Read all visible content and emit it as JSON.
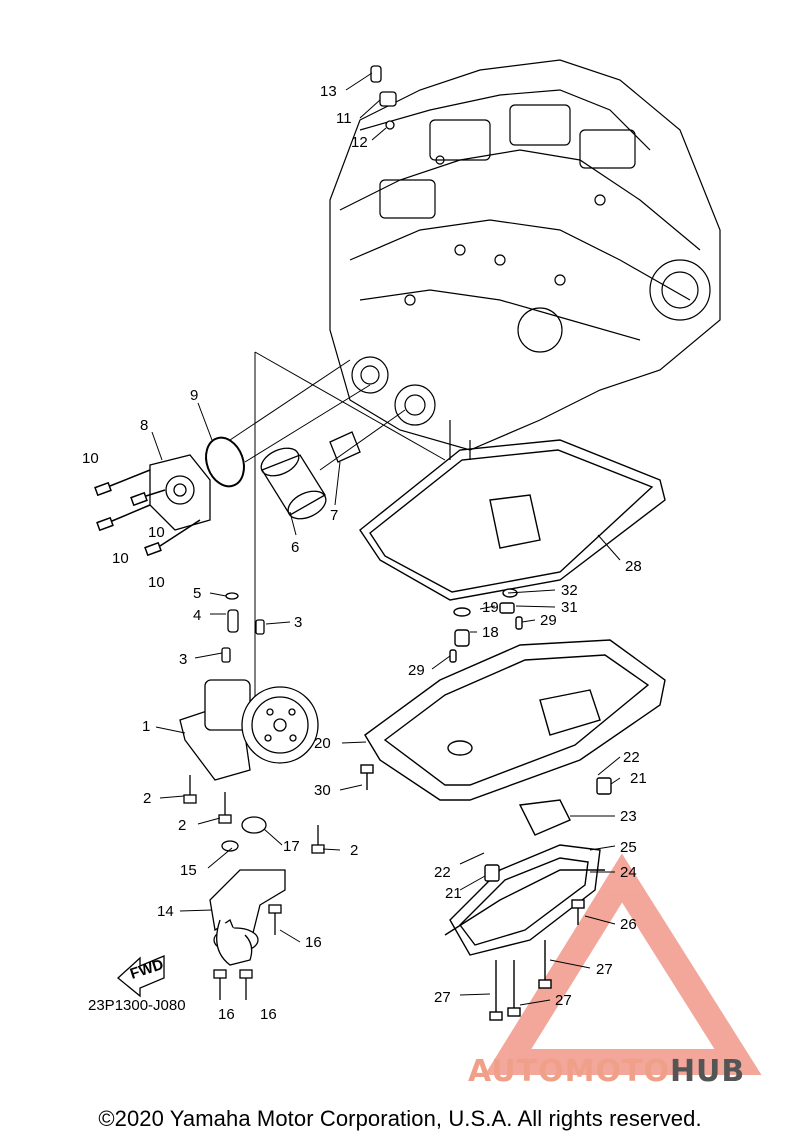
{
  "diagram": {
    "callouts": {
      "c1": "1",
      "c2a": "2",
      "c2b": "2",
      "c2c": "2",
      "c3a": "3",
      "c3b": "3",
      "c4": "4",
      "c5": "5",
      "c6": "6",
      "c7": "7",
      "c8": "8",
      "c9": "9",
      "c10a": "10",
      "c10b": "10",
      "c10c": "10",
      "c10d": "10",
      "c11": "11",
      "c12": "12",
      "c13": "13",
      "c14": "14",
      "c15": "15",
      "c16a": "16",
      "c16b": "16",
      "c16c": "16",
      "c17": "17",
      "c18": "18",
      "c19": "19",
      "c20": "20",
      "c21a": "21",
      "c21b": "21",
      "c22a": "22",
      "c22b": "22",
      "c23": "23",
      "c24": "24",
      "c25": "25",
      "c26": "26",
      "c27a": "27",
      "c27b": "27",
      "c27c": "27",
      "c28": "28",
      "c29a": "29",
      "c29b": "29",
      "c30": "30",
      "c31": "31",
      "c32": "32"
    },
    "fwd_label": "FWD",
    "drawing_code": "23P1300-J080"
  },
  "watermark": {
    "part1": "AUTOMOTO",
    "part2": "HUB"
  },
  "footer": {
    "copyright": "©2020 Yamaha Motor Corporation, U.S.A. All rights reserved."
  },
  "colors": {
    "watermark_red": "#f08a7a",
    "watermark_dark": "#555555",
    "line": "#000000"
  }
}
